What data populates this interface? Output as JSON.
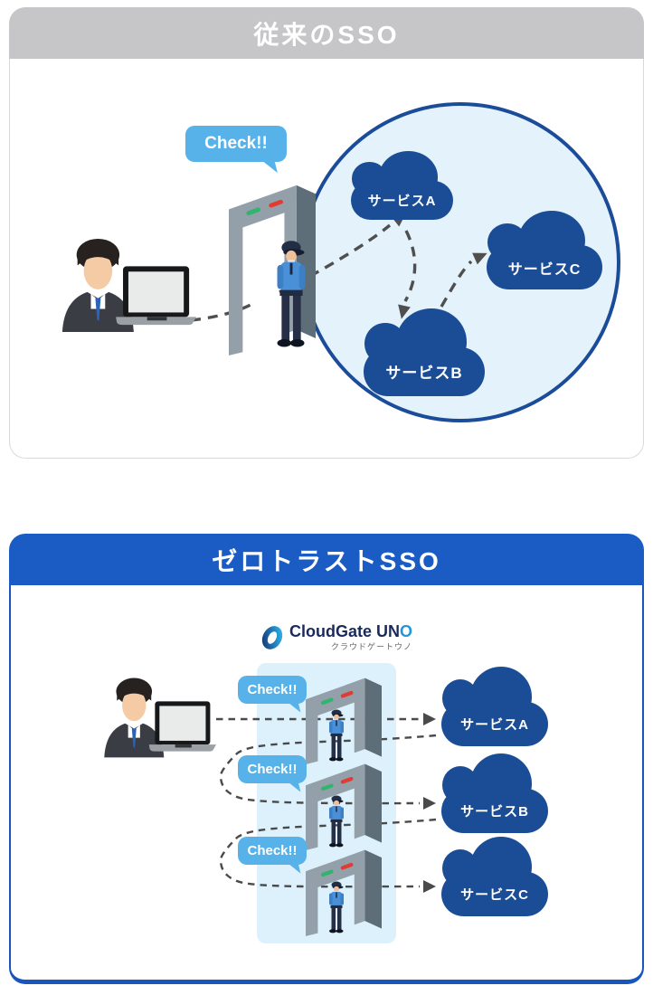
{
  "panel_traditional": {
    "title": "従来のSSO",
    "check_bubble": "Check!!",
    "cloud_a": "サービスA",
    "cloud_b": "サービスB",
    "cloud_c": "サービスC"
  },
  "panel_zerotrust": {
    "title": "ゼロトラストSSO",
    "logo": {
      "brand_main": "CloudGate UN",
      "brand_accent": "O",
      "brand_sub": "クラウドゲートウノ"
    },
    "check_bubble_1": "Check!!",
    "check_bubble_2": "Check!!",
    "check_bubble_3": "Check!!",
    "cloud_a": "サービスA",
    "cloud_b": "サービスB",
    "cloud_c": "サービスC"
  },
  "colors": {
    "traditional_header_gray": "#c6c6c8",
    "zerotrust_header_blue": "#1a5cc4",
    "cloud_navy": "#1b4d96",
    "bubble_blue": "#57b2e9",
    "perimeter_circle_fill": "#e4f2fc",
    "perimeter_circle_stroke": "#1b4c99",
    "zerotrust_band_blue": "#ddf1fc",
    "logo_navy": "#1b2a5c",
    "logo_accent_blue": "#2196d6",
    "arrow_gray": "#4f4f4f"
  }
}
